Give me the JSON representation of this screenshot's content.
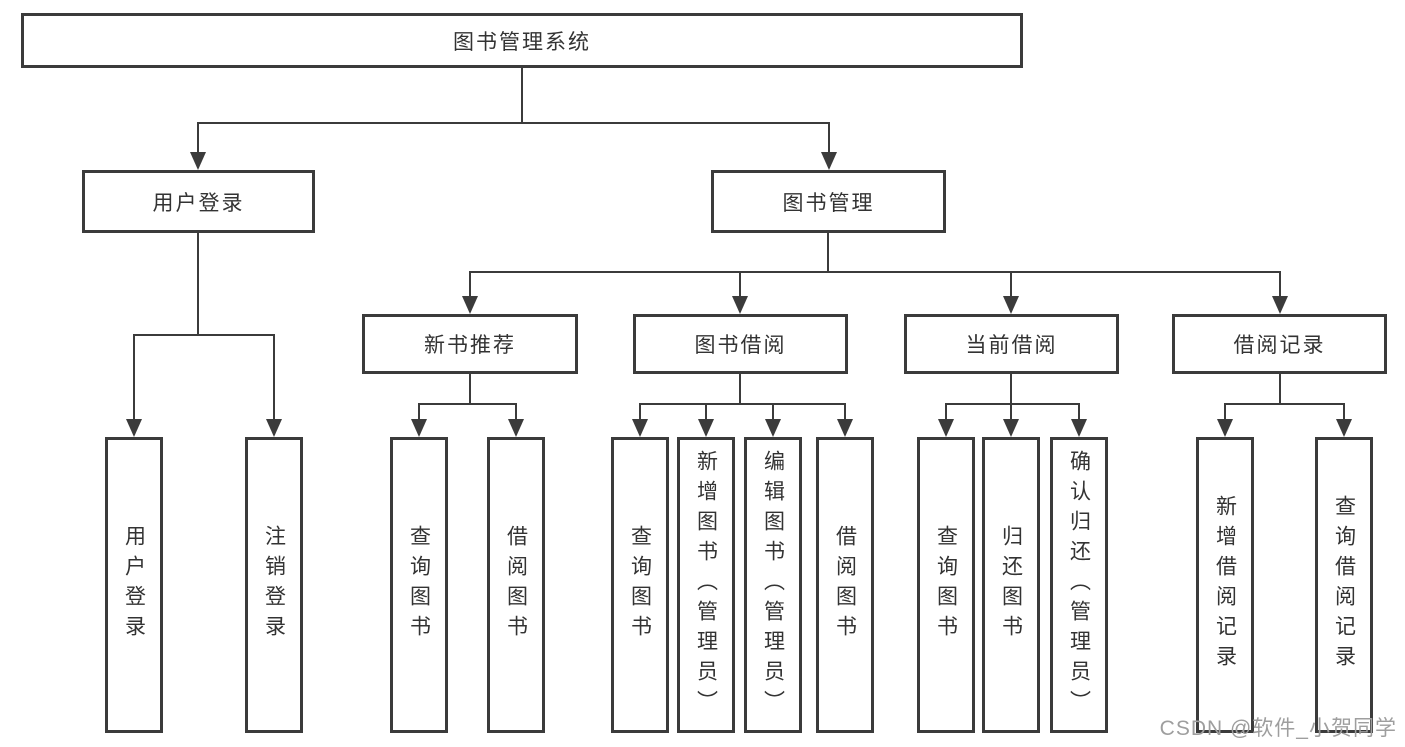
{
  "diagram_title": "图书管理系统",
  "nodes": {
    "root": "图书管理系统",
    "user_login": "用户登录",
    "book_mgmt": "图书管理",
    "new_book_rec": "新书推荐",
    "book_borrow": "图书借阅",
    "current_borrow": "当前借阅",
    "borrow_record": "借阅记录",
    "leaf_user_login": "用户登录",
    "leaf_logout": "注销登录",
    "leaf_nb_query": "查询图书",
    "leaf_nb_borrow": "借阅图书",
    "leaf_bb_query": "查询图书",
    "leaf_bb_add": "新增图书（管理员）",
    "leaf_bb_edit": "编辑图书（管理员）",
    "leaf_bb_borrow": "借阅图书",
    "leaf_cb_query": "查询图书",
    "leaf_cb_return": "归还图书",
    "leaf_cb_confirm": "确认归还（管理员）",
    "leaf_br_add": "新增借阅记录",
    "leaf_br_query": "查询借阅记录"
  },
  "watermark": "CSDN @软件_小贺同学",
  "colors": {
    "line": "#3b3b3b",
    "text": "#333333",
    "watermark": "#9e9e9e",
    "background": "#ffffff"
  }
}
